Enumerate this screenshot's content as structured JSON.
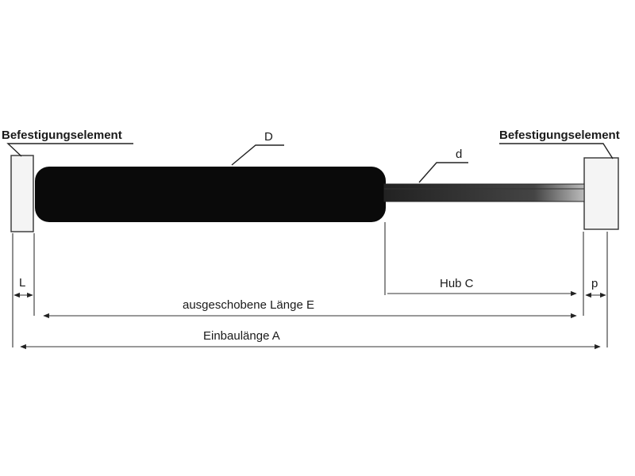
{
  "labels": {
    "mount_left": "Befestigungselement",
    "mount_right": "Befestigungselement",
    "diameter_body": "D",
    "diameter_rod": "d",
    "dim_l": "L",
    "dim_p": "p",
    "stroke": "Hub C",
    "extended_length": "ausgeschobene Länge E",
    "installed_length": "Einbaulänge A"
  },
  "colors": {
    "body": "#0a0a0a",
    "rod": "#2a2a2a",
    "mount_fill": "#f4f4f4",
    "lines": "#222222"
  }
}
